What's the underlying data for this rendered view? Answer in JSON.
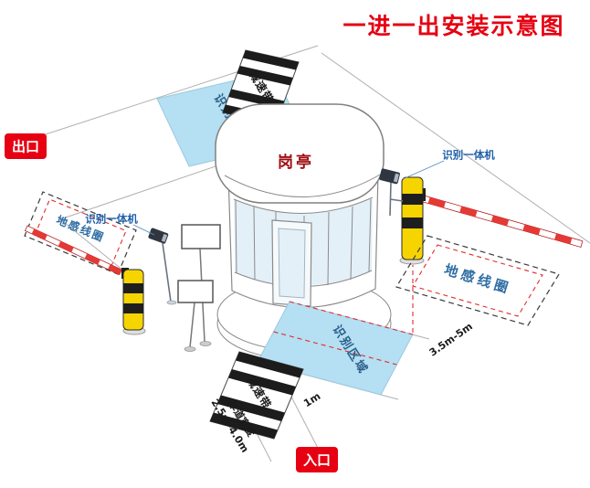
{
  "title": "一进一出安装示意图",
  "badges": {
    "exit": "出口",
    "entrance": "入口"
  },
  "booth": {
    "label": "岗亭"
  },
  "zones": {
    "recognition_top": {
      "label": "识别区域"
    },
    "recognition_bottom": {
      "label": "识别区域"
    },
    "speed_bump_top": {
      "label": "减速带"
    },
    "speed_bump_bottom": {
      "label": "减速带"
    },
    "ground_coil_left": {
      "label": "地感线圈"
    },
    "ground_coil_right": {
      "label": "地感线圈"
    }
  },
  "devices": {
    "recognition_machine_left": {
      "label": "识别一体机"
    },
    "recognition_machine_right": {
      "label": "识别一体机"
    }
  },
  "dimensions": {
    "lane_width_title": "车道宽度",
    "lane_width_value": "2.5m-4.0m",
    "coil_to_gate_distance": "3.5m-5m",
    "zone_offset": "1m"
  },
  "colors": {
    "title_red": "#e60012",
    "badge_red": "#e60012",
    "recognition_zone_fill": "#b5dff2",
    "label_blue": "#2e6da4",
    "booth_label_red": "#9e0b0f",
    "barrier_yellow": "#f6d400",
    "arm_stripe_red": "#e53935"
  }
}
